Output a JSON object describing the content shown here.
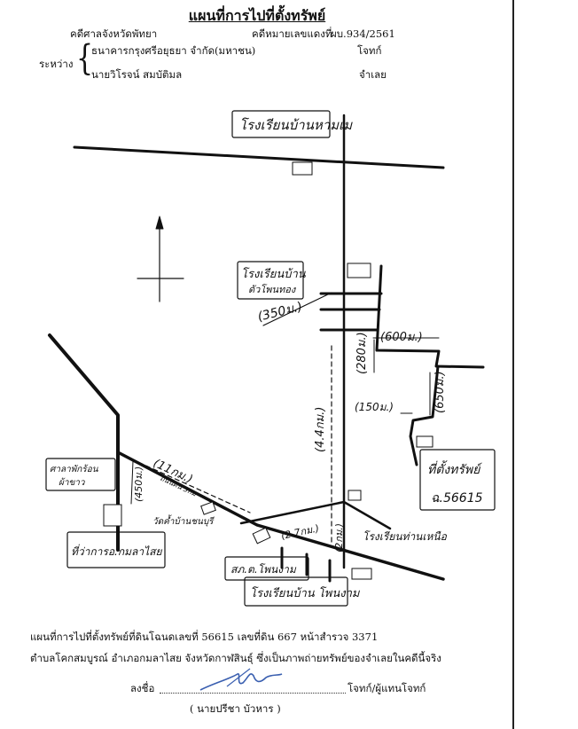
{
  "header": {
    "title": "แผนที่การไปที่ตั้งทรัพย์",
    "court": "คดีศาลจังหวัดพัทยา",
    "case_label": "คดีหมายเลขแดงที่",
    "case_number": "ผบ.934/2561",
    "between": "ระหว่าง",
    "party1": "ธนาคารกรุงศรีอยุธยา จำกัด(มหาชน)",
    "party1_role": "โจทก์",
    "party2": "นายวิโรจน์ สมบัติมล",
    "party2_role": "จำเลย"
  },
  "map": {
    "north": "N",
    "labels": {
      "school_top": "โรงเรียนบ้านหามเม",
      "school_mid1": "โรงเรียนบ้าน",
      "school_mid2": "ดัวโพนทอง",
      "dist_350": "(350ม.)",
      "dist_600": "(600ม.)",
      "dist_280": "(280ม.)",
      "dist_650": "(650ม.)",
      "dist_150": "(150ม.)",
      "dist_4km": "(4.4กม.)",
      "dist_11km": "(11กม.)",
      "road_note": "ถนนดิน 3กม",
      "dist_450": "(450ม.)",
      "dist_7km": "(2.7กม.)",
      "dist_2km": "(2กม.)",
      "property1": "ที่ตั้งทรัพย์",
      "property2": "ฉ.56615",
      "school_east": "โรงเรียนท่านเหนือ",
      "bus_stop1": "ศาลาพักร้อน",
      "bus_stop2": "ผ้าขาว",
      "temple": "วัดค้ำบ้านชนบุรี",
      "police": "สภ.ต.โพนงาม",
      "district1": "ที่ว่าการอ.กมลาไสย",
      "school_bottom": "โรงเรียนบ้าน โพนงาม"
    }
  },
  "footer": {
    "line1": "แผนที่การไปที่ตั้งทรัพย์ที่ดินโฉนดเลขที่ 56615 เลขที่ดิน 667 หน้าสำรวจ 3371",
    "line2": "ตำบลโคกสมบูรณ์ อำเภอกมลาไสย จังหวัดกาฬสินธุ์ ซึ่งเป็นภาพถ่ายทรัพย์ของจำเลยในคดีนี้จริง",
    "sign_prefix": "ลงชื่อ",
    "sign_suffix": "โจทก์/ผู้แทนโจทก์",
    "signer": "( นายปรีชา  บัวหาร )"
  }
}
